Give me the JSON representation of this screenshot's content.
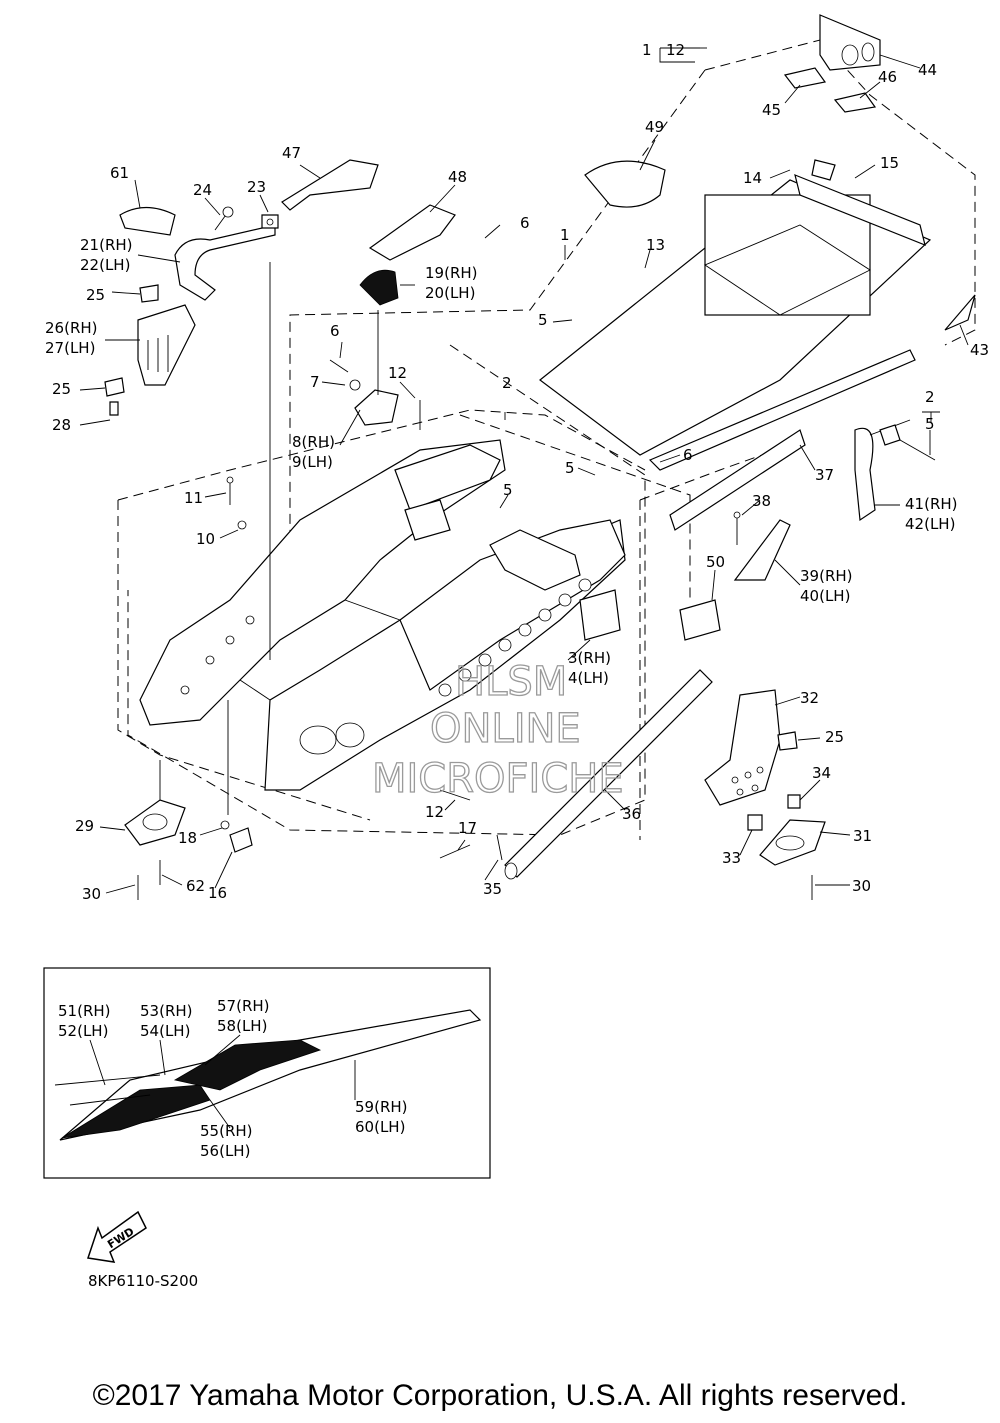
{
  "diagram_code": "8KP6110-S200",
  "copyright": "©2017 Yamaha Motor Corporation, U.S.A. All rights reserved.",
  "watermark": {
    "line1": "HLSM",
    "line2": "ONLINE",
    "line3": "MICROFICHE"
  },
  "fwd_label": "FWD",
  "callouts": {
    "c1_12": "1",
    "c12_top": "12",
    "c44": "44",
    "c45": "45",
    "c46": "46",
    "c49": "49",
    "c47": "47",
    "c48": "48",
    "c61": "61",
    "c24": "24",
    "c23": "23",
    "c21": "21(RH)",
    "c22": "22(LH)",
    "c25a": "25",
    "c26": "26(RH)",
    "c27": "27(LH)",
    "c25b": "25",
    "c28": "28",
    "c19": "19(RH)",
    "c20": "20(LH)",
    "c6a": "6",
    "c1": "1",
    "c13": "13",
    "c14": "14",
    "c15": "15",
    "c5a": "5",
    "c6b": "6",
    "c7": "7",
    "c12a": "12",
    "c8": "8(RH)",
    "c9": "9(LH)",
    "c2a": "2",
    "c11": "11",
    "c10": "10",
    "c5b": "5",
    "c5c": "5",
    "c6c": "6",
    "c43": "43",
    "c2b": "2",
    "c5d": "5",
    "c37": "37",
    "c41": "41(RH)",
    "c42": "42(LH)",
    "c38": "38",
    "c39": "39(RH)",
    "c40": "40(LH)",
    "c50": "50",
    "c3": "3(RH)",
    "c4": "4(LH)",
    "c32": "32",
    "c25c": "25",
    "c34": "34",
    "c31": "31",
    "c33": "33",
    "c30b": "30",
    "c36": "36",
    "c12b": "12",
    "c17": "17",
    "c35": "35",
    "c29": "29",
    "c18": "18",
    "c30a": "30",
    "c62": "62",
    "c16": "16"
  },
  "inset_callouts": {
    "c51": "51(RH)",
    "c52": "52(LH)",
    "c53": "53(RH)",
    "c54": "54(LH)",
    "c57": "57(RH)",
    "c58": "58(LH)",
    "c59": "59(RH)",
    "c60": "60(LH)",
    "c55": "55(RH)",
    "c56": "56(LH)"
  }
}
